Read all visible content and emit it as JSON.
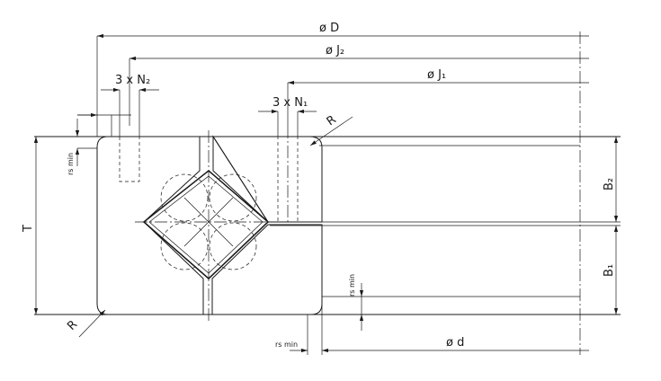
{
  "dimensions": {
    "outer_diameter": "ø D",
    "bolt_circle_2": "ø J₂",
    "bolt_circle_1": "ø J₁",
    "holes_2": "3 x N₂",
    "holes_1": "3 x N₁",
    "radius_top": "R",
    "radius_bottom": "R",
    "chamfer_left": "rs min",
    "chamfer_right": "rs min",
    "chamfer_bottom": "rs min",
    "height_total": "T",
    "height_upper": "B₂",
    "height_lower": "B₁",
    "inner_diameter": "ø d"
  }
}
